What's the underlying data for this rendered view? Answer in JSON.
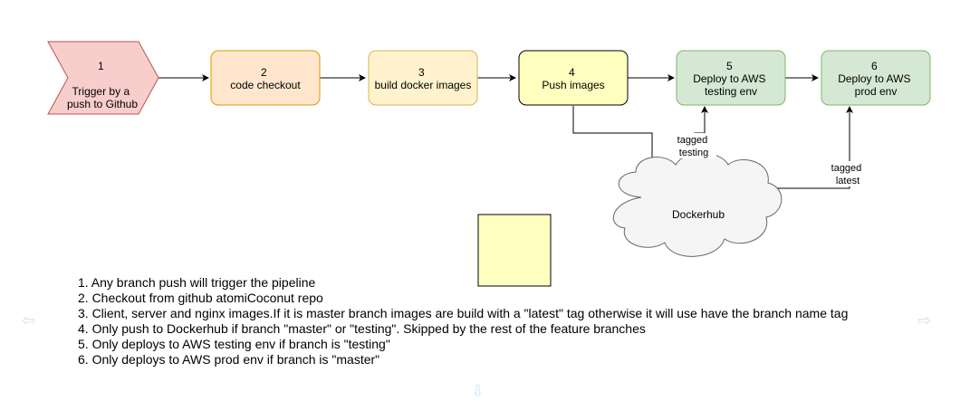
{
  "diagram": {
    "steps": [
      {
        "id": "s1",
        "lines": [
          "1",
          "",
          "Trigger by a",
          "push to Github"
        ],
        "fill": "#f8cecc",
        "stroke": "#b85450"
      },
      {
        "id": "s2",
        "lines": [
          "2",
          "code checkout"
        ],
        "fill": "#ffe6cc",
        "stroke": "#d79b00"
      },
      {
        "id": "s3",
        "lines": [
          "3",
          "build docker images"
        ],
        "fill": "#fff2cc",
        "stroke": "#d6b656"
      },
      {
        "id": "s4",
        "lines": [
          "4",
          "Push images"
        ],
        "fill": "#ffffc0",
        "stroke": "#000000"
      },
      {
        "id": "s5",
        "lines": [
          "5",
          "Deploy to AWS",
          "testing env"
        ],
        "fill": "#d5e8d4",
        "stroke": "#82b366"
      },
      {
        "id": "s6",
        "lines": [
          "6",
          "Deploy to AWS",
          "prod env"
        ],
        "fill": "#d5e8d4",
        "stroke": "#82b366"
      }
    ],
    "cloud": {
      "label": "Dockerhub",
      "fill": "#f5f5f5",
      "stroke": "#666666"
    },
    "edge_labels": {
      "tagged_testing": [
        "tagged",
        "testing"
      ],
      "tagged_latest": [
        "tagged",
        "latest"
      ]
    },
    "empty_box": {
      "fill": "#ffffc0",
      "stroke": "#000000"
    }
  },
  "notes": [
    "1. Any branch push will trigger the pipeline",
    "2. Checkout from github atomiCoconut repo",
    "3. Client, server and nginx images.If it is master branch images are build with a \"latest\" tag otherwise it will use have the branch name tag",
    "4. Only push to Dockerhub if branch \"master\" or \"testing\". Skipped by the rest of the feature branches",
    "5. Only deploys to AWS testing env if branch is \"testing\"",
    "6. Only deploys to AWS prod env if branch is \"master\""
  ],
  "nav": {
    "left_icon": "arrow-left-icon",
    "right_icon": "arrow-right-icon",
    "down_icon": "arrow-down-icon",
    "color": "#cfe4f5"
  }
}
